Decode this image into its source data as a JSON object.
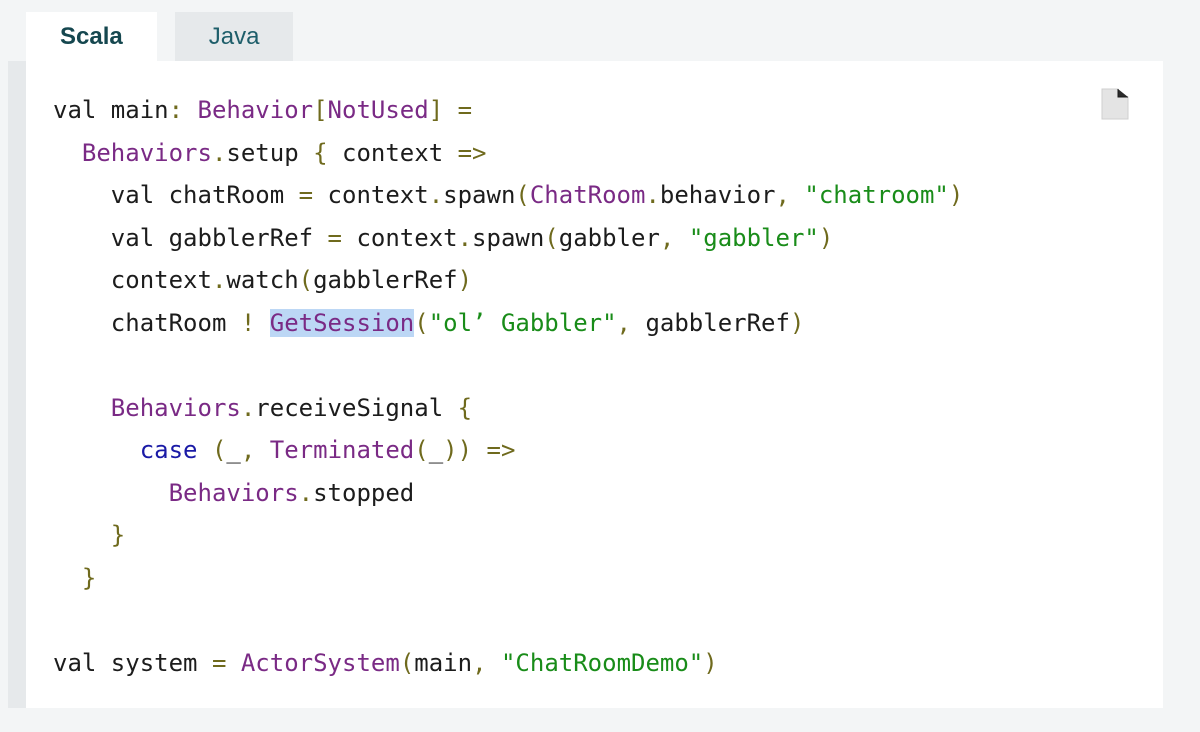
{
  "tabs": [
    {
      "label": "Scala",
      "active": true
    },
    {
      "label": "Java",
      "active": false
    }
  ],
  "copy_icon": "copy-icon",
  "colors": {
    "keyword_case": "#1a1aa6",
    "type": "#7a2a85",
    "punctuation": "#6f6a1d",
    "string": "#198c19",
    "plain": "#1c1c1c",
    "highlight": "#bcd7f5",
    "tab_active_text": "#15474f",
    "tab_inactive_text": "#1e5e6a"
  },
  "code": {
    "lines": [
      [
        {
          "t": "val main",
          "c": "plain"
        },
        {
          "t": ":",
          "c": "punc"
        },
        {
          "t": " ",
          "c": "plain"
        },
        {
          "t": "Behavior",
          "c": "type"
        },
        {
          "t": "[",
          "c": "punc"
        },
        {
          "t": "NotUsed",
          "c": "type"
        },
        {
          "t": "]",
          "c": "punc"
        },
        {
          "t": " ",
          "c": "plain"
        },
        {
          "t": "=",
          "c": "punc"
        }
      ],
      [
        {
          "t": "  ",
          "c": "plain"
        },
        {
          "t": "Behaviors",
          "c": "type"
        },
        {
          "t": ".",
          "c": "punc"
        },
        {
          "t": "setup ",
          "c": "plain"
        },
        {
          "t": "{",
          "c": "punc"
        },
        {
          "t": " context ",
          "c": "plain"
        },
        {
          "t": "=>",
          "c": "punc"
        }
      ],
      [
        {
          "t": "    val chatRoom ",
          "c": "plain"
        },
        {
          "t": "=",
          "c": "punc"
        },
        {
          "t": " context",
          "c": "plain"
        },
        {
          "t": ".",
          "c": "punc"
        },
        {
          "t": "spawn",
          "c": "plain"
        },
        {
          "t": "(",
          "c": "punc"
        },
        {
          "t": "ChatRoom",
          "c": "type"
        },
        {
          "t": ".",
          "c": "punc"
        },
        {
          "t": "behavior",
          "c": "plain"
        },
        {
          "t": ",",
          "c": "punc"
        },
        {
          "t": " ",
          "c": "plain"
        },
        {
          "t": "\"chatroom\"",
          "c": "str"
        },
        {
          "t": ")",
          "c": "punc"
        }
      ],
      [
        {
          "t": "    val gabblerRef ",
          "c": "plain"
        },
        {
          "t": "=",
          "c": "punc"
        },
        {
          "t": " context",
          "c": "plain"
        },
        {
          "t": ".",
          "c": "punc"
        },
        {
          "t": "spawn",
          "c": "plain"
        },
        {
          "t": "(",
          "c": "punc"
        },
        {
          "t": "gabbler",
          "c": "plain"
        },
        {
          "t": ",",
          "c": "punc"
        },
        {
          "t": " ",
          "c": "plain"
        },
        {
          "t": "\"gabbler\"",
          "c": "str"
        },
        {
          "t": ")",
          "c": "punc"
        }
      ],
      [
        {
          "t": "    context",
          "c": "plain"
        },
        {
          "t": ".",
          "c": "punc"
        },
        {
          "t": "watch",
          "c": "plain"
        },
        {
          "t": "(",
          "c": "punc"
        },
        {
          "t": "gabblerRef",
          "c": "plain"
        },
        {
          "t": ")",
          "c": "punc"
        }
      ],
      [
        {
          "t": "    chatRoom ",
          "c": "plain"
        },
        {
          "t": "!",
          "c": "punc"
        },
        {
          "t": " ",
          "c": "plain"
        },
        {
          "t": "GetSession",
          "c": "type",
          "hl": true
        },
        {
          "t": "(",
          "c": "punc"
        },
        {
          "t": "\"ol’ Gabbler\"",
          "c": "str"
        },
        {
          "t": ",",
          "c": "punc"
        },
        {
          "t": " gabblerRef",
          "c": "plain"
        },
        {
          "t": ")",
          "c": "punc"
        }
      ],
      [],
      [
        {
          "t": "    ",
          "c": "plain"
        },
        {
          "t": "Behaviors",
          "c": "type"
        },
        {
          "t": ".",
          "c": "punc"
        },
        {
          "t": "receiveSignal ",
          "c": "plain"
        },
        {
          "t": "{",
          "c": "punc"
        }
      ],
      [
        {
          "t": "      ",
          "c": "plain"
        },
        {
          "t": "case",
          "c": "kw-case"
        },
        {
          "t": " ",
          "c": "plain"
        },
        {
          "t": "(",
          "c": "punc"
        },
        {
          "t": "_",
          "c": "plain"
        },
        {
          "t": ",",
          "c": "punc"
        },
        {
          "t": " ",
          "c": "plain"
        },
        {
          "t": "Terminated",
          "c": "type"
        },
        {
          "t": "(",
          "c": "punc"
        },
        {
          "t": "_",
          "c": "plain"
        },
        {
          "t": "))",
          "c": "punc"
        },
        {
          "t": " ",
          "c": "plain"
        },
        {
          "t": "=>",
          "c": "punc"
        }
      ],
      [
        {
          "t": "        ",
          "c": "plain"
        },
        {
          "t": "Behaviors",
          "c": "type"
        },
        {
          "t": ".",
          "c": "punc"
        },
        {
          "t": "stopped",
          "c": "plain"
        }
      ],
      [
        {
          "t": "    ",
          "c": "plain"
        },
        {
          "t": "}",
          "c": "punc"
        }
      ],
      [
        {
          "t": "  ",
          "c": "plain"
        },
        {
          "t": "}",
          "c": "punc"
        }
      ],
      [],
      [
        {
          "t": "val system ",
          "c": "plain"
        },
        {
          "t": "=",
          "c": "punc"
        },
        {
          "t": " ",
          "c": "plain"
        },
        {
          "t": "ActorSystem",
          "c": "type"
        },
        {
          "t": "(",
          "c": "punc"
        },
        {
          "t": "main",
          "c": "plain"
        },
        {
          "t": ",",
          "c": "punc"
        },
        {
          "t": " ",
          "c": "plain"
        },
        {
          "t": "\"ChatRoomDemo\"",
          "c": "str"
        },
        {
          "t": ")",
          "c": "punc"
        }
      ]
    ]
  }
}
